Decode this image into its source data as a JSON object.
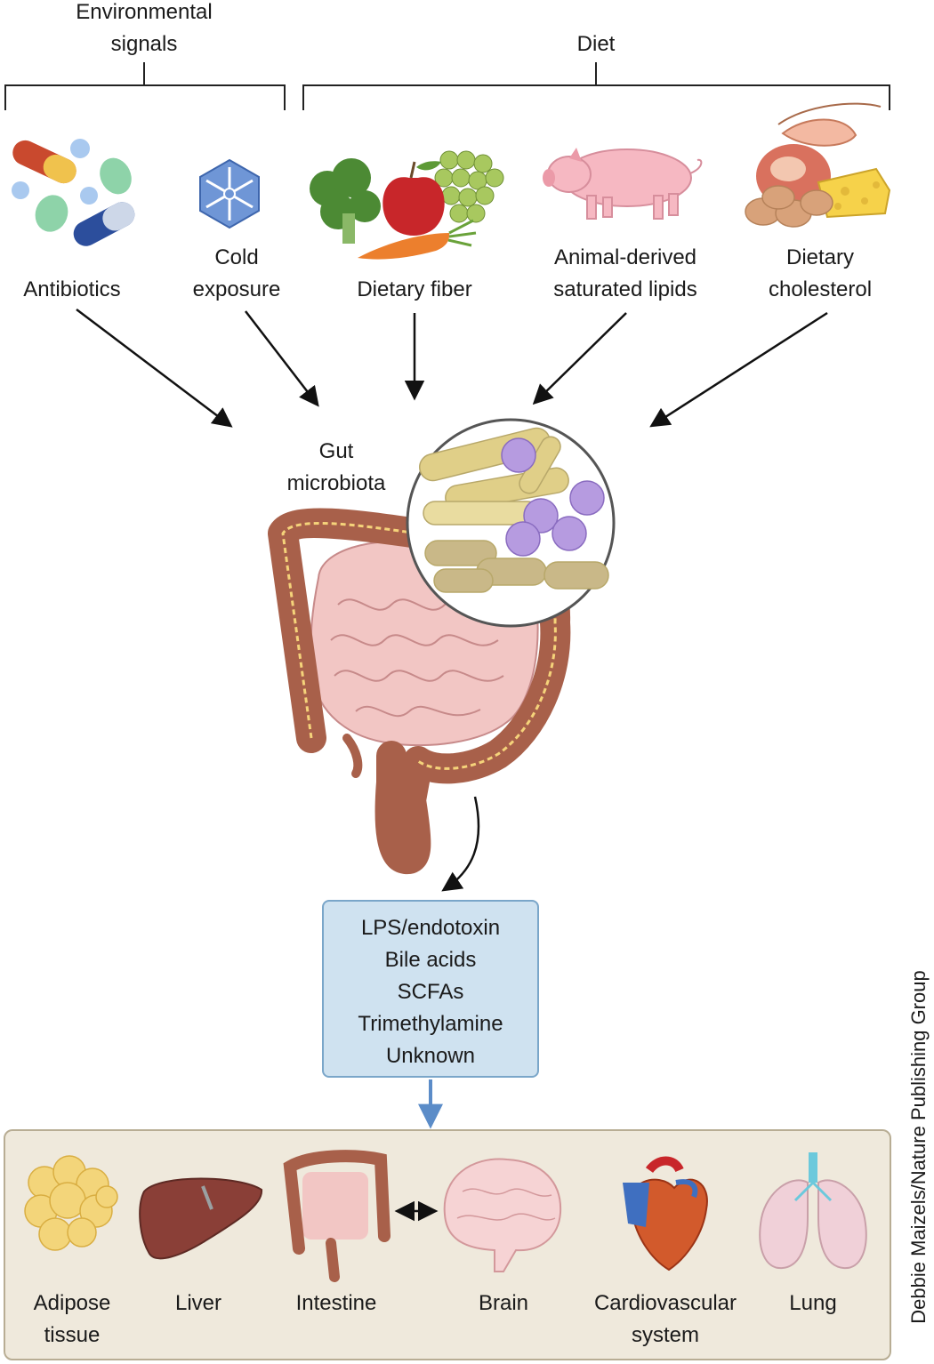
{
  "groups": {
    "environmental": "Environmental\nsignals",
    "diet": "Diet"
  },
  "inputs": [
    {
      "id": "antibiotics",
      "label": "Antibiotics",
      "icon": "pills-icon"
    },
    {
      "id": "cold",
      "label": "Cold\nexposure",
      "icon": "snowflake-icon"
    },
    {
      "id": "fiber",
      "label": "Dietary fiber",
      "icon": "fruit-vegetable-icon"
    },
    {
      "id": "lipids",
      "label": "Animal-derived\nsaturated lipids",
      "icon": "pig-icon"
    },
    {
      "id": "cholesterol",
      "label": "Dietary\ncholesterol",
      "icon": "meat-egg-cheese-icon"
    }
  ],
  "hub": {
    "label": "Gut\nmicrobiota",
    "icon": "intestine-bacteria-icon"
  },
  "metabolites": [
    "LPS/endotoxin",
    "Bile acids",
    "SCFAs",
    "Trimethylamine",
    "Unknown"
  ],
  "organs": [
    {
      "id": "adipose",
      "label": "Adipose\ntissue",
      "icon": "adipose-icon"
    },
    {
      "id": "liver",
      "label": "Liver",
      "icon": "liver-icon"
    },
    {
      "id": "intestine",
      "label": "Intestine",
      "icon": "intestine-icon"
    },
    {
      "id": "brain",
      "label": "Brain",
      "icon": "brain-icon"
    },
    {
      "id": "cardio",
      "label": "Cardiovascular\nsystem",
      "icon": "heart-icon"
    },
    {
      "id": "lung",
      "label": "Lung",
      "icon": "lung-icon"
    }
  ],
  "credit": "Debbie Maizels/Nature Publishing Group",
  "colors": {
    "metabolite_box": "#cfe2f0",
    "organ_panel": "#efe9dc",
    "colon": "#a8604a",
    "small_intestine": "#f2c6c4",
    "bacteria_rod": "#e0cf88",
    "bacteria_cocci": "#b69be0",
    "flow_arrow": "#5b8cc8"
  }
}
